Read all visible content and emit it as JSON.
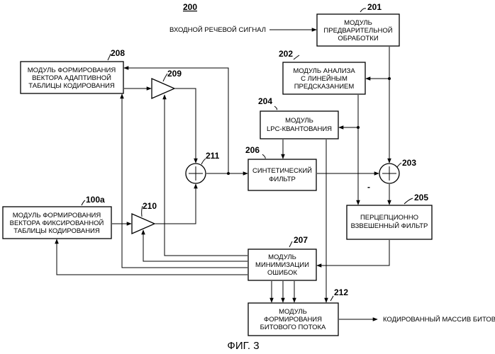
{
  "figure": {
    "number": "200",
    "caption": "ФИГ. 3"
  },
  "inputs": {
    "speech_signal": "ВХОДНОЙ РЕЧЕВОЙ СИГНАЛ"
  },
  "outputs": {
    "bitstream": "КОДИРОВАННЫЙ МАССИВ БИТОВ"
  },
  "blocks": {
    "b201": {
      "ref": "201",
      "lines": [
        "МОДУЛЬ",
        "ПРЕДВАРИТЕЛЬНОЙ",
        "ОБРАБОТКИ"
      ]
    },
    "b202": {
      "ref": "202",
      "lines": [
        "МОДУЛЬ АНАЛИЗА",
        "С ЛИНЕЙНЫМ",
        "ПРЕДСКАЗАНИЕМ"
      ]
    },
    "b204": {
      "ref": "204",
      "lines": [
        "МОДУЛЬ",
        "LPC-КВАНТОВАНИЯ"
      ]
    },
    "b206": {
      "ref": "206",
      "lines": [
        "СИНТЕТИЧЕСКИЙ",
        "ФИЛЬТР"
      ]
    },
    "b208": {
      "ref": "208",
      "lines": [
        "МОДУЛЬ ФОРМИРОВАНИЯ",
        "ВЕКТОРА АДАПТИВНОЙ",
        "ТАБЛИЦЫ КОДИРОВАНИЯ"
      ]
    },
    "b100a": {
      "ref": "100a",
      "lines": [
        "МОДУЛЬ ФОРМИРОВАНИЯ",
        "ВЕКТОРА ФИКСИРОВАННОЙ",
        "ТАБЛИЦЫ КОДИРОВАНИЯ"
      ]
    },
    "b205": {
      "ref": "205",
      "lines": [
        "ПЕРЦЕПЦИОННО",
        "ВЗВЕШЕННЫЙ ФИЛЬТР"
      ]
    },
    "b207": {
      "ref": "207",
      "lines": [
        "МОДУЛЬ",
        "МИНИМИЗАЦИИ",
        "ОШИБОК"
      ]
    },
    "b212": {
      "ref": "212",
      "lines": [
        "МОДУЛЬ",
        "ФОРМИРОВАНИЯ",
        "БИТОВОГО ПОТОКА"
      ]
    }
  },
  "amplifiers": {
    "a209": {
      "ref": "209"
    },
    "a210": {
      "ref": "210"
    }
  },
  "adders": {
    "s211": {
      "ref": "211"
    },
    "s203": {
      "ref": "203",
      "minus_sign": "-"
    }
  },
  "colors": {
    "line": "#000000",
    "background": "#ffffff"
  }
}
